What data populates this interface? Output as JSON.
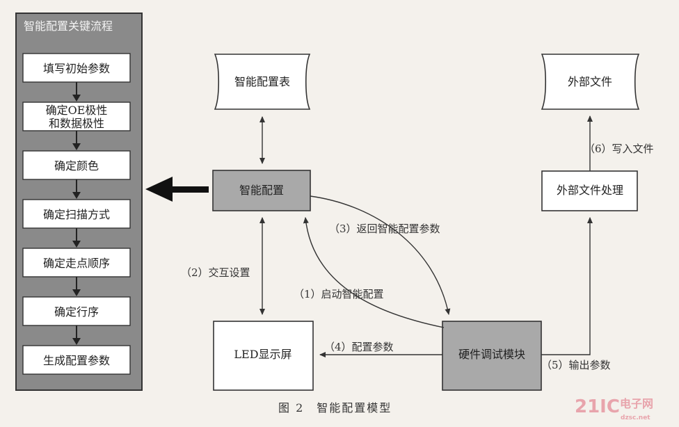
{
  "panel": {
    "title": "智能配置关键流程",
    "steps": [
      [
        "填写初始参数"
      ],
      [
        "确定OE极性",
        "和数据极性"
      ],
      [
        "确定颜色"
      ],
      [
        "确定扫描方式"
      ],
      [
        "确定走点顺序"
      ],
      [
        "确定行序"
      ],
      [
        "生成配置参数"
      ]
    ]
  },
  "nodes": {
    "config_table": "智能配置表",
    "smart_config": "智能配置",
    "led_screen": "LED显示屏",
    "hw_module": "硬件调试模块",
    "ext_file": "外部文件",
    "ext_processing": "外部文件处理"
  },
  "edges": {
    "start_config": "（1）启动智能配置",
    "interactive_setup": "（2）交互设置",
    "return_params": "（3）返回智能配置参数",
    "config_params": "（4）配置参数",
    "output_params": "（5）输出参数",
    "write_file": "（6）写入文件"
  },
  "caption": "图 2　智能配置模型",
  "watermark": {
    "brand": "21IC",
    "cn": "电子网",
    "site": "dzsc.net"
  },
  "colors": {
    "panel_fill": "#8a8a8a",
    "gray_box": "#a9a9a9",
    "white_box": "#ffffff",
    "stroke": "#333333",
    "watermark": "#e8a4ac"
  }
}
